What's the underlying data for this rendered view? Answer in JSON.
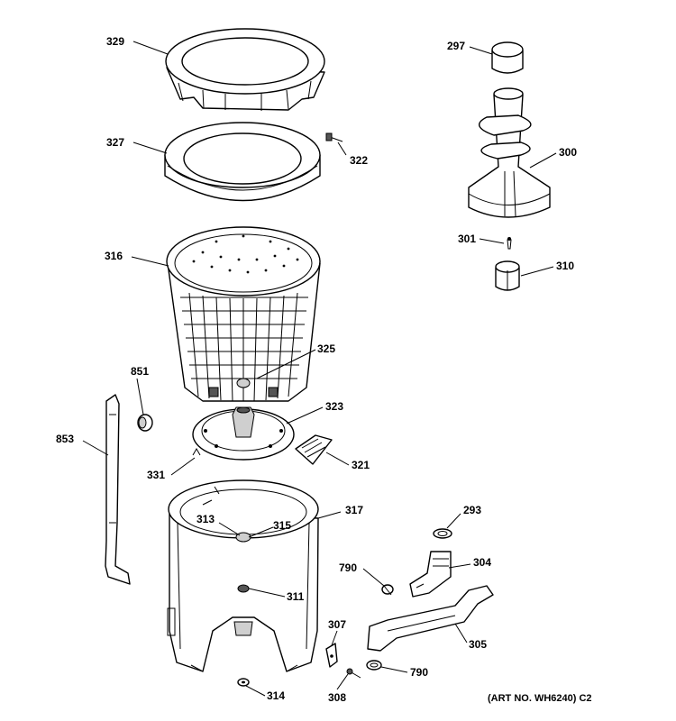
{
  "labels": {
    "p329": "329",
    "p327": "327",
    "p322": "322",
    "p316": "316",
    "p325": "325",
    "p851": "851",
    "p853": "853",
    "p323": "323",
    "p331": "331",
    "p321": "321",
    "p317": "317",
    "p313": "313",
    "p315": "315",
    "p311": "311",
    "p314": "314",
    "p297": "297",
    "p300": "300",
    "p301": "301",
    "p310": "310",
    "p293": "293",
    "p790a": "790",
    "p304": "304",
    "p307": "307",
    "p305": "305",
    "p308": "308",
    "p790b": "790"
  },
  "footer": {
    "art_number": "(ART NO. WH6240) C2"
  }
}
